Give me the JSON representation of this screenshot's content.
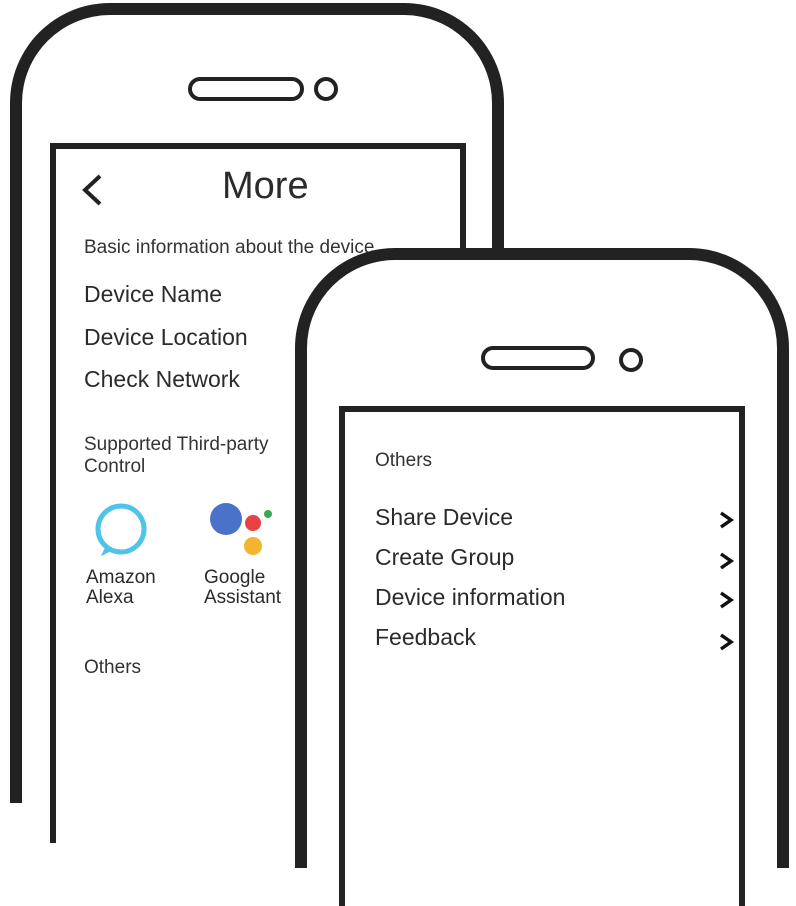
{
  "back_phone": {
    "title": "More",
    "basic_section": "Basic information about the device",
    "items": [
      "Device Name",
      "Device Location",
      "Check Network"
    ],
    "third_party_section_line1": "Supported Third-party",
    "third_party_section_line2": "Control",
    "integrations": [
      {
        "line1": "Amazon",
        "line2": "Alexa",
        "icon": "alexa-ring-icon"
      },
      {
        "line1": "Google",
        "line2": "Assistant",
        "icon": "google-assistant-dots-icon"
      }
    ],
    "others_section": "Others"
  },
  "front_phone": {
    "others_section": "Others",
    "menu_items": [
      "Share Device",
      "Create Group",
      "Device information",
      "Feedback"
    ]
  },
  "colors": {
    "outline": "#222222",
    "alexa": "#4fc3e8",
    "google_blue": "#4a72c9",
    "google_red": "#e84141",
    "google_yellow": "#f3b52f",
    "google_green": "#3aa757"
  }
}
